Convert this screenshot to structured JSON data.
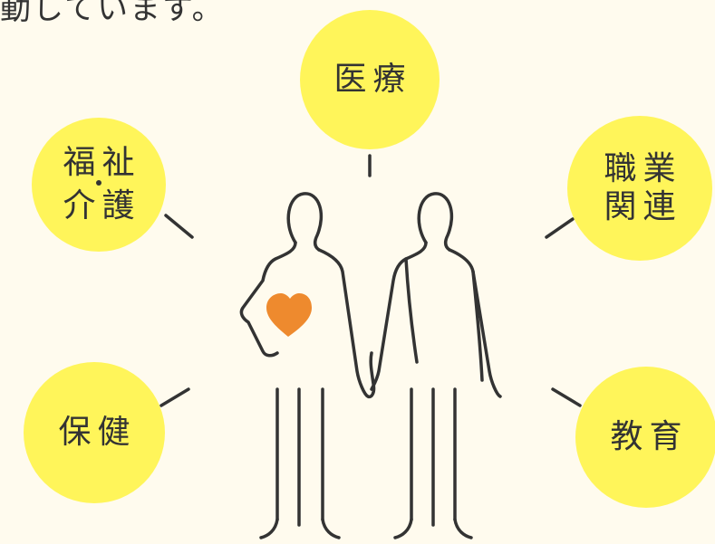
{
  "header": {
    "text": "動しています。"
  },
  "bubbles": {
    "medical": {
      "label": "医療"
    },
    "welfare": {
      "line1": "福祉",
      "line2": "介護"
    },
    "work": {
      "line1": "職業",
      "line2": "関連"
    },
    "health": {
      "label": "保健"
    },
    "education": {
      "label": "教育"
    }
  },
  "colors": {
    "bubble": "#fff55a",
    "background": "#fffbee",
    "line": "#333333",
    "heart": "#ee8a2e"
  },
  "icons": {
    "people": "two-people-holding-hands",
    "heart": "heart-icon"
  }
}
